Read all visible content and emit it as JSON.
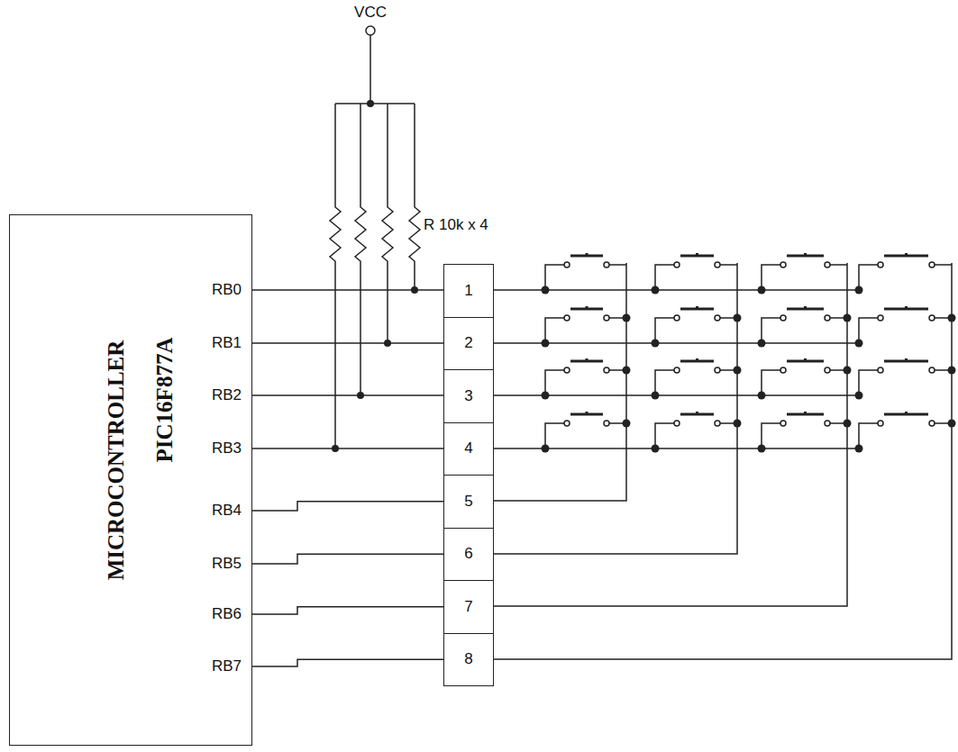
{
  "diagram": {
    "nodes": [
      {
        "text": [
          "MICROCONTROLLER",
          "PIC16F877A"
        ]
      },
      {
        "text": [
          "1"
        ]
      },
      {
        "text": [
          "2"
        ]
      },
      {
        "text": [
          "3"
        ]
      },
      {
        "text": [
          "4"
        ]
      },
      {
        "text": [
          "5"
        ]
      },
      {
        "text": [
          "6"
        ]
      },
      {
        "text": [
          "7"
        ]
      },
      {
        "text": [
          "8"
        ]
      }
    ],
    "edges": [
      {
        "from": 0,
        "to": 1,
        "arrow": "none"
      },
      {
        "from": 0,
        "to": 2,
        "arrow": "none"
      },
      {
        "from": 0,
        "to": 3,
        "arrow": "none"
      },
      {
        "from": 0,
        "to": 4,
        "arrow": "none"
      },
      {
        "from": 0,
        "to": 5,
        "arrow": "none"
      },
      {
        "from": 0,
        "to": 6,
        "arrow": "none"
      },
      {
        "from": 0,
        "to": 7,
        "arrow": "none"
      },
      {
        "from": 0,
        "to": 8,
        "arrow": "none"
      }
    ],
    "labels": [
      "VCC",
      "R 10k x 4",
      "RB0",
      "RB1",
      "RB2",
      "RB3",
      "RB4",
      "RB5",
      "RB6",
      "RB7"
    ]
  }
}
